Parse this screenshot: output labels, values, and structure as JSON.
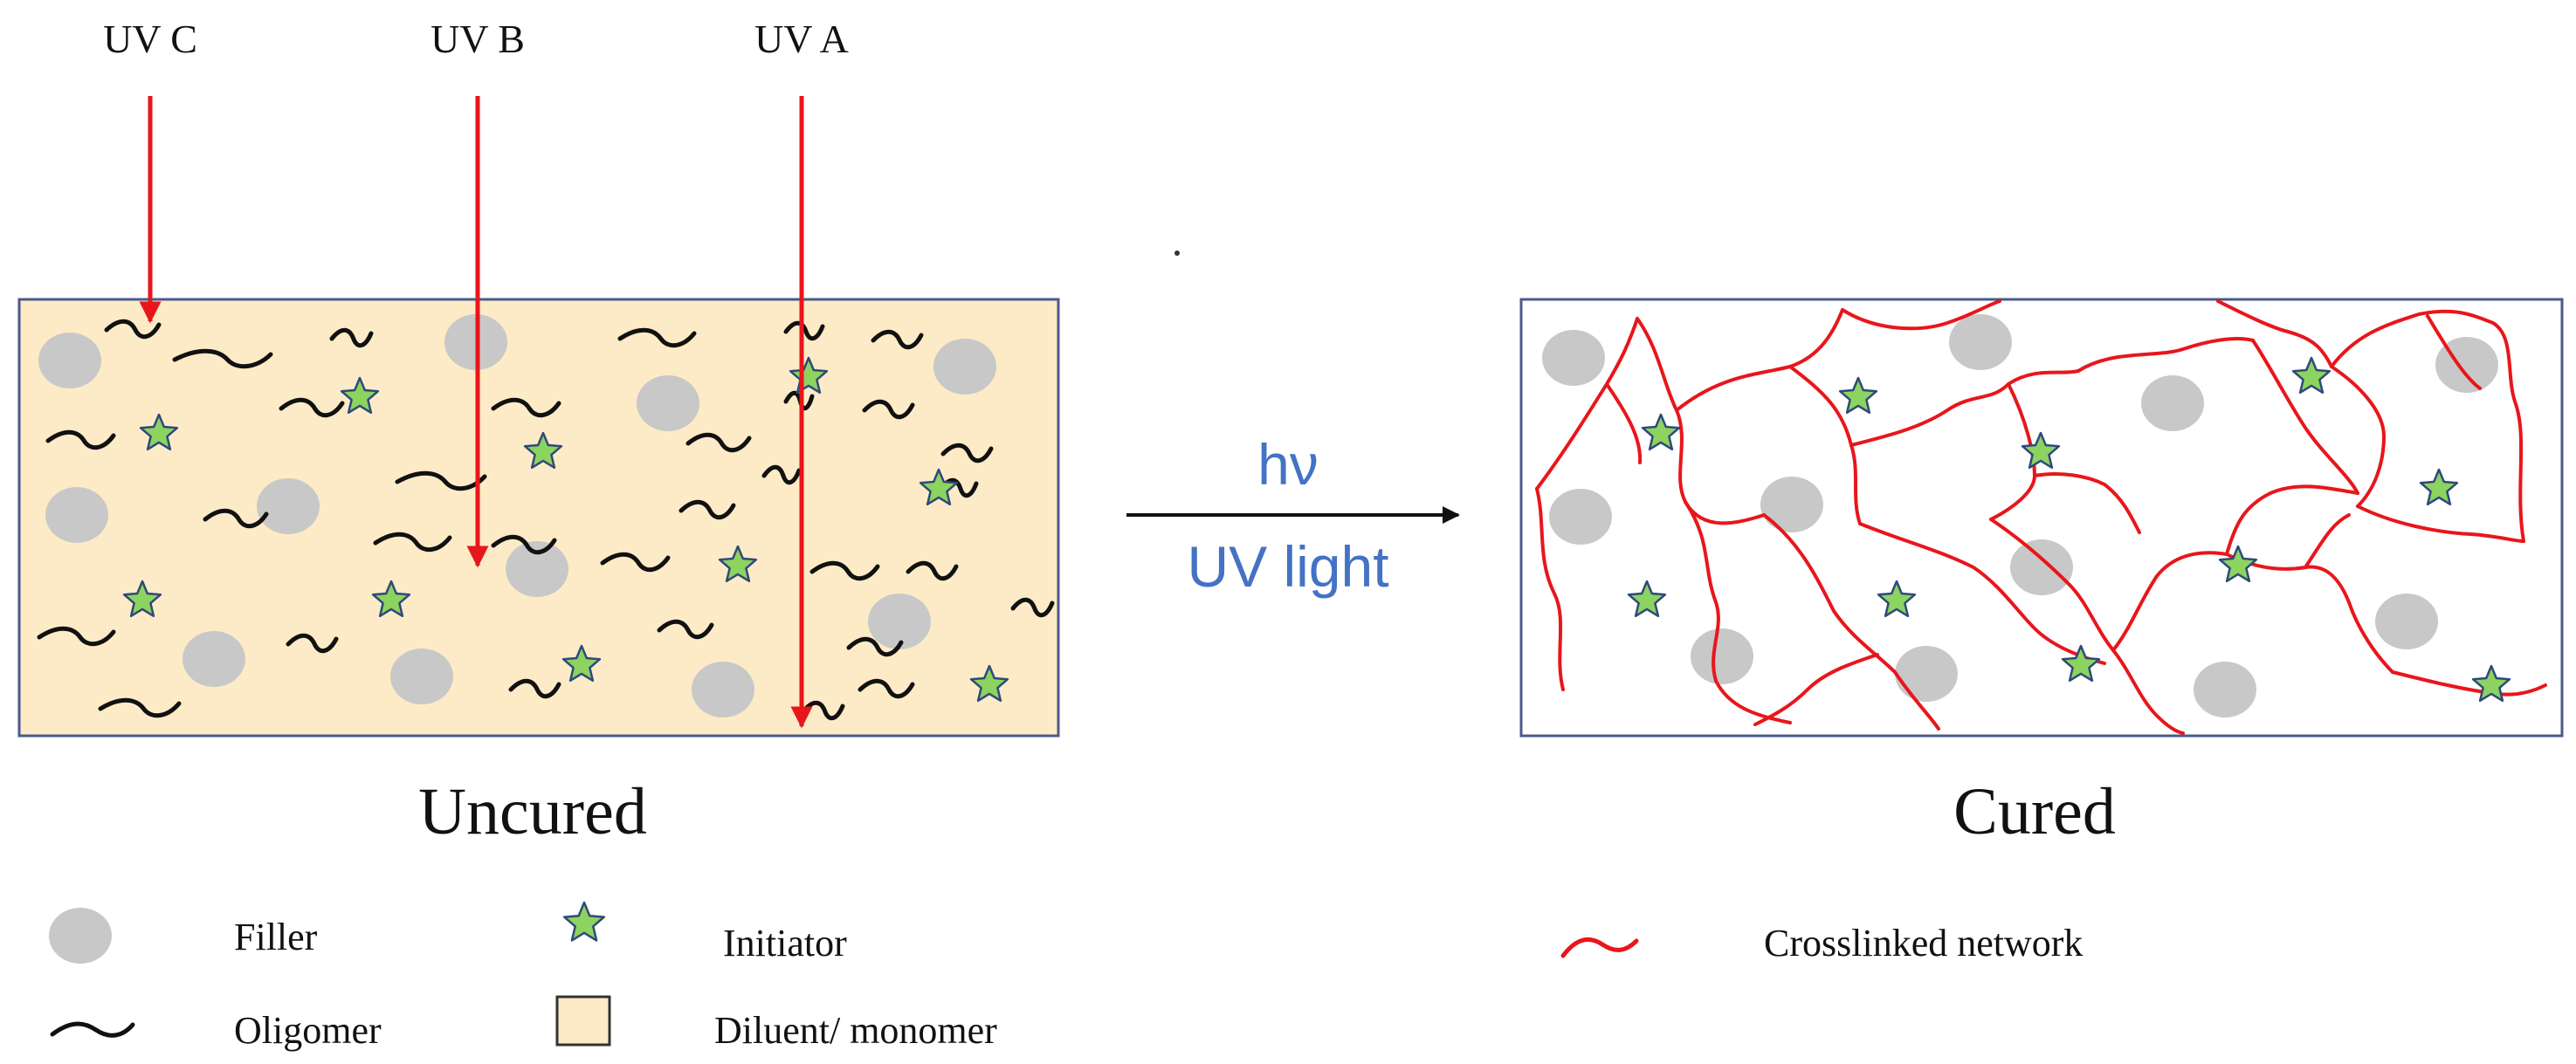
{
  "uv_labels": {
    "uvc": "UV C",
    "uvb": "UV B",
    "uva": "UV A"
  },
  "arrow_labels": {
    "top": "hν",
    "bottom": "UV light"
  },
  "panels": {
    "uncured": "Uncured",
    "cured": "Cured"
  },
  "legend": {
    "filler": "Filler",
    "oligomer": "Oligomer",
    "initiator": "Initiator",
    "diluent": "Diluent/ monomer",
    "network": "Crosslinked network"
  },
  "colors": {
    "uv_arrow": "#e8161b",
    "panel_fill": "#fcebc6",
    "panel_border": "#4a5a8a",
    "filler": "#c8c8c8",
    "oligomer": "#111111",
    "initiator_fill": "#8dd35f",
    "initiator_stroke": "#2e4a7a",
    "network": "#e8161b",
    "arrow_text": "#4472c4",
    "text": "#111111"
  }
}
